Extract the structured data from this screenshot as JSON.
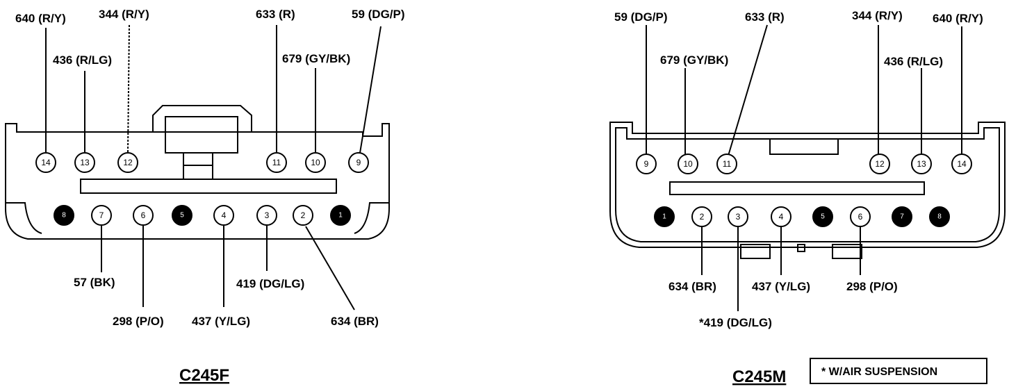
{
  "colors": {
    "ink": "#000000",
    "paper": "#ffffff"
  },
  "left_connector": {
    "title": "C245F",
    "top_pins": [
      "14",
      "13",
      "12",
      "11",
      "10",
      "9"
    ],
    "bottom_pins": [
      "8",
      "7",
      "6",
      "5",
      "4",
      "3",
      "2",
      "1"
    ],
    "filled_pins": [
      "8",
      "5",
      "1"
    ],
    "wire_labels": {
      "w640": "640 (R/Y)",
      "w344": "344 (R/Y)",
      "w436": "436 (R/LG)",
      "w633": "633 (R)",
      "w679": "679 (GY/BK)",
      "w59": "59 (DG/P)",
      "w57": "57 (BK)",
      "w298": "298 (P/O)",
      "w437": "437 (Y/LG)",
      "w419": "419 (DG/LG)",
      "w634": "634 (BR)"
    }
  },
  "right_connector": {
    "title": "C245M",
    "top_pins": [
      "9",
      "10",
      "11",
      "12",
      "13",
      "14"
    ],
    "bottom_pins": [
      "1",
      "2",
      "3",
      "4",
      "5",
      "6",
      "7",
      "8"
    ],
    "filled_pins": [
      "1",
      "5",
      "7",
      "8"
    ],
    "wire_labels": {
      "w59": "59 (DG/P)",
      "w633": "633 (R)",
      "w344": "344 (R/Y)",
      "w640": "640 (R/Y)",
      "w679": "679 (GY/BK)",
      "w436": "436 (R/LG)",
      "w634": "634 (BR)",
      "w437": "437 (Y/LG)",
      "w298": "298 (P/O)",
      "w419": "*419 (DG/LG)"
    }
  },
  "note": "* W/AIR SUSPENSION"
}
